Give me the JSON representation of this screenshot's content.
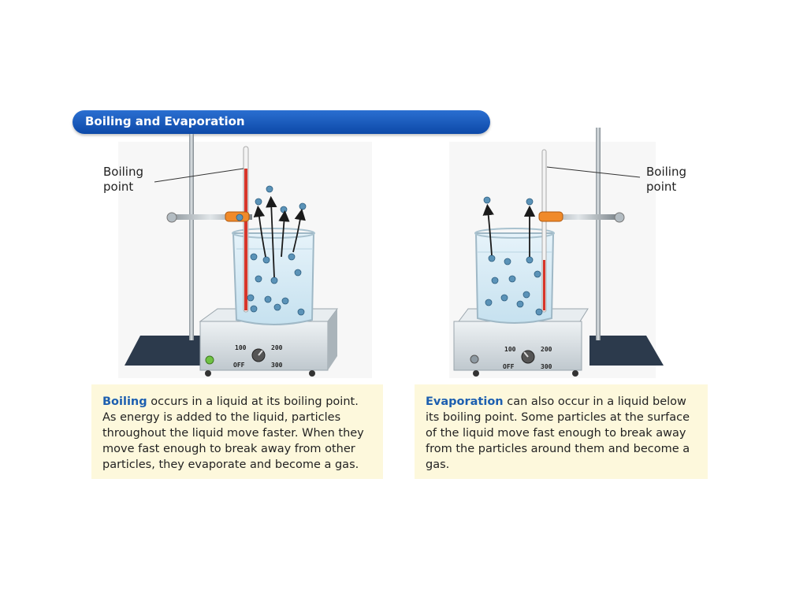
{
  "banner": {
    "title": "Boiling and Evaporation"
  },
  "left": {
    "label_line1": "Boiling",
    "label_line2": "point",
    "knob": {
      "low": "100",
      "high": "200",
      "off": "OFF",
      "max": "300"
    },
    "caption_term": "Boiling",
    "caption_text": " occurs in a liquid at its boiling point. As energy is added to the liquid, particles throughout the liquid move faster. When they move fast enough to break away from other particles, they evaporate and become a gas."
  },
  "right": {
    "label_line1": "Boiling",
    "label_line2": "point",
    "knob": {
      "low": "100",
      "high": "200",
      "off": "OFF",
      "max": "300"
    },
    "caption_term": "Evaporation",
    "caption_text": " can also occur in a liquid below its boiling point. Some particles at the surface of the liquid move fast enough to break away from the particles around them and become a gas."
  },
  "colors": {
    "banner": "#1759c0",
    "caption_bg": "#fdf8dc",
    "term": "#1d5fb0",
    "thermometer_fluid": "#d8352a",
    "particle": "#5b93b8"
  }
}
